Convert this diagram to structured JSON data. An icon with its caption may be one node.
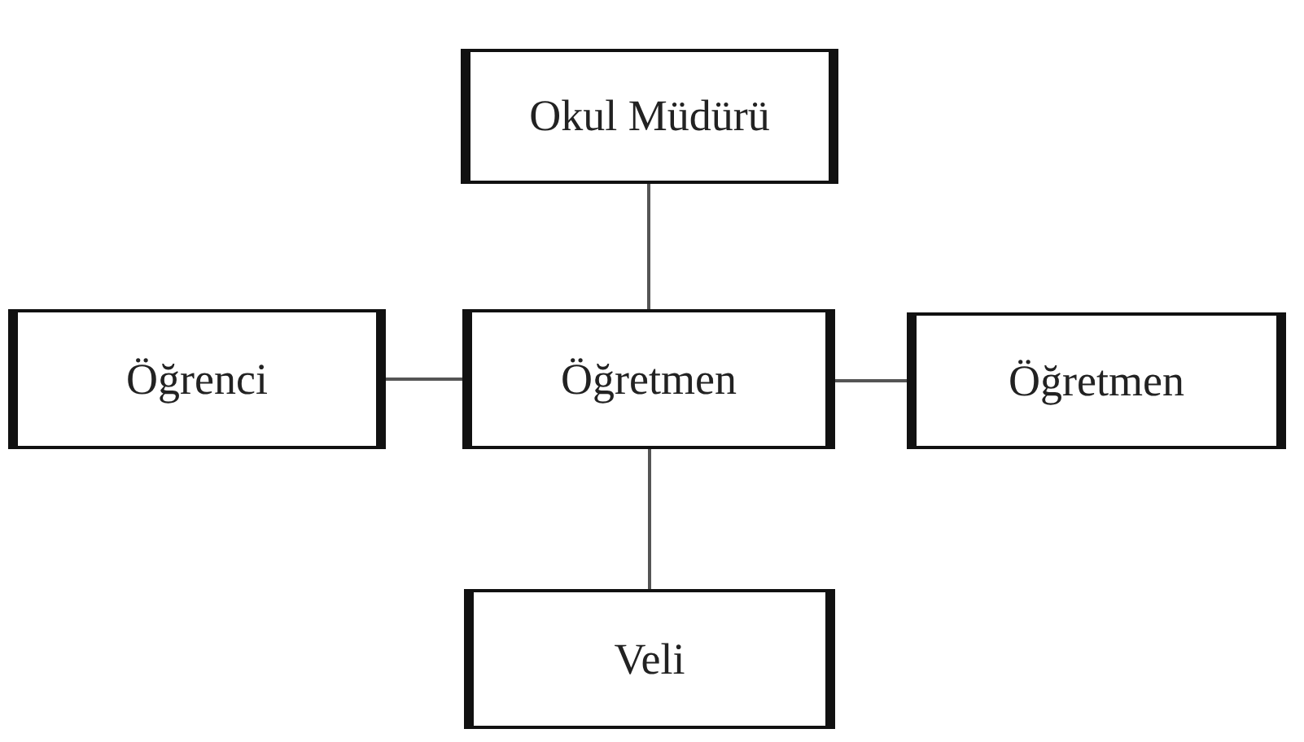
{
  "diagram": {
    "nodes": [
      {
        "text": [
          "Okul Müdürü"
        ]
      },
      {
        "text": [
          "Öğrenci"
        ]
      },
      {
        "text": [
          "Öğretmen"
        ]
      },
      {
        "text": [
          "Öğretmen"
        ]
      },
      {
        "text": [
          "Veli"
        ]
      }
    ],
    "edges": [
      {
        "from": 2,
        "to": 0,
        "arrow": "none"
      },
      {
        "from": 1,
        "to": 2,
        "arrow": "none"
      },
      {
        "from": 2,
        "to": 3,
        "arrow": "none"
      },
      {
        "from": 2,
        "to": 4,
        "arrow": "none"
      }
    ]
  }
}
